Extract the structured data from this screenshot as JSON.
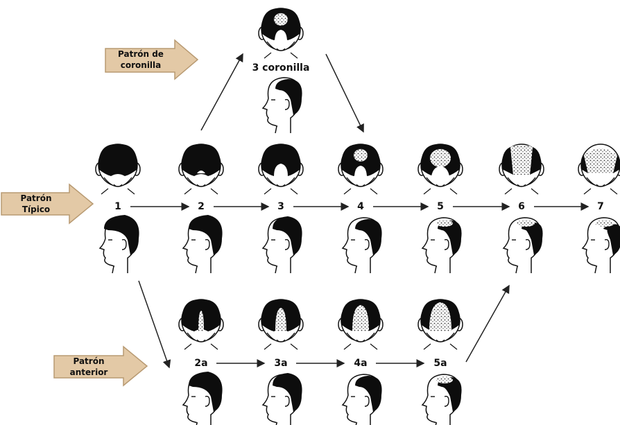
{
  "patterns": {
    "crown": {
      "label_line1": "Patrón de",
      "label_line2": "coronilla",
      "stage": "3 coronilla"
    },
    "typical": {
      "label_line1": "Patrón",
      "label_line2": "Típico",
      "stages": [
        "1",
        "2",
        "3",
        "4",
        "5",
        "6",
        "7"
      ]
    },
    "anterior": {
      "label_line1": "Patrón",
      "label_line2": "anterior",
      "stages": [
        "2a",
        "3a",
        "4a",
        "5a"
      ]
    }
  },
  "colors": {
    "callout_fill": "#e3c9a6",
    "callout_stroke": "#b89a72",
    "hair": "#0d0d0d",
    "line": "#222222"
  }
}
